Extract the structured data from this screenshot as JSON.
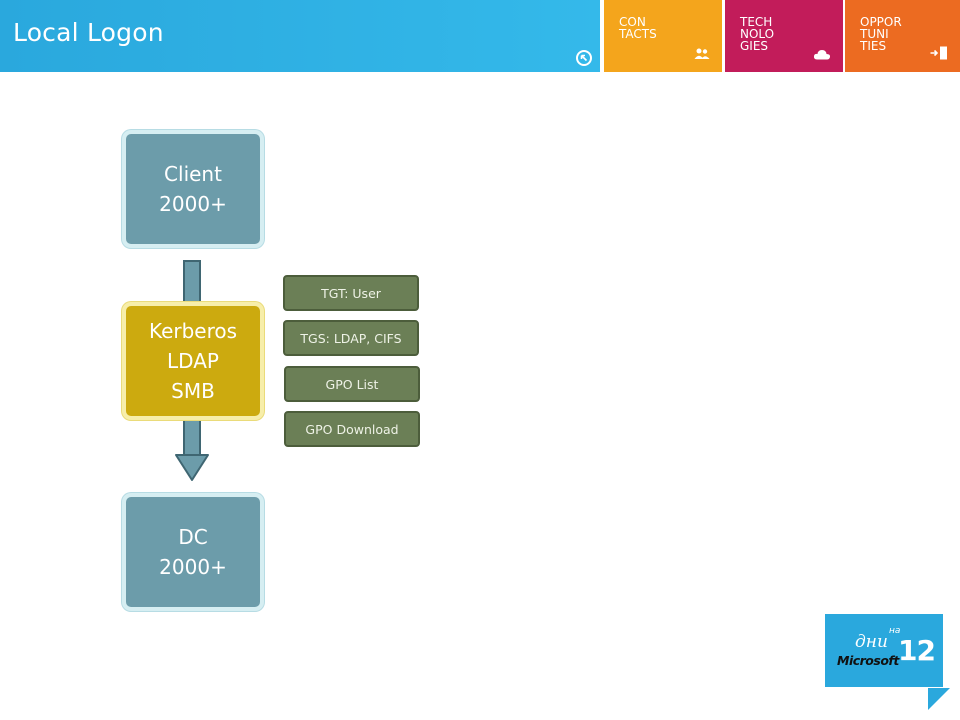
{
  "header": {
    "title": "Local Logon",
    "back_icon": "back-arrow-circle-icon",
    "tiles": [
      {
        "label": "CON\nTACTS",
        "color": "#f4a51c",
        "icon": "people-icon"
      },
      {
        "label": "TECH\nNOLO\nGIES",
        "color": "#c21c5a",
        "icon": "cloud-icon"
      },
      {
        "label": "OPPOR\nTUNI\nTIES",
        "color": "#ec6b21",
        "icon": "door-exit-icon"
      }
    ]
  },
  "diagram": {
    "client": "Client\n2000+",
    "protocols": "Kerberos\nLDAP\nSMB",
    "dc": "DC\n2000+",
    "messages": [
      "TGT: User",
      "TGS: LDAP, CIFS",
      "GPO List",
      "GPO Download"
    ]
  },
  "logo": {
    "line1": "дни",
    "superscript": "на",
    "brand": "Microsoft",
    "number": "12",
    "color": "#2aa8dd"
  }
}
